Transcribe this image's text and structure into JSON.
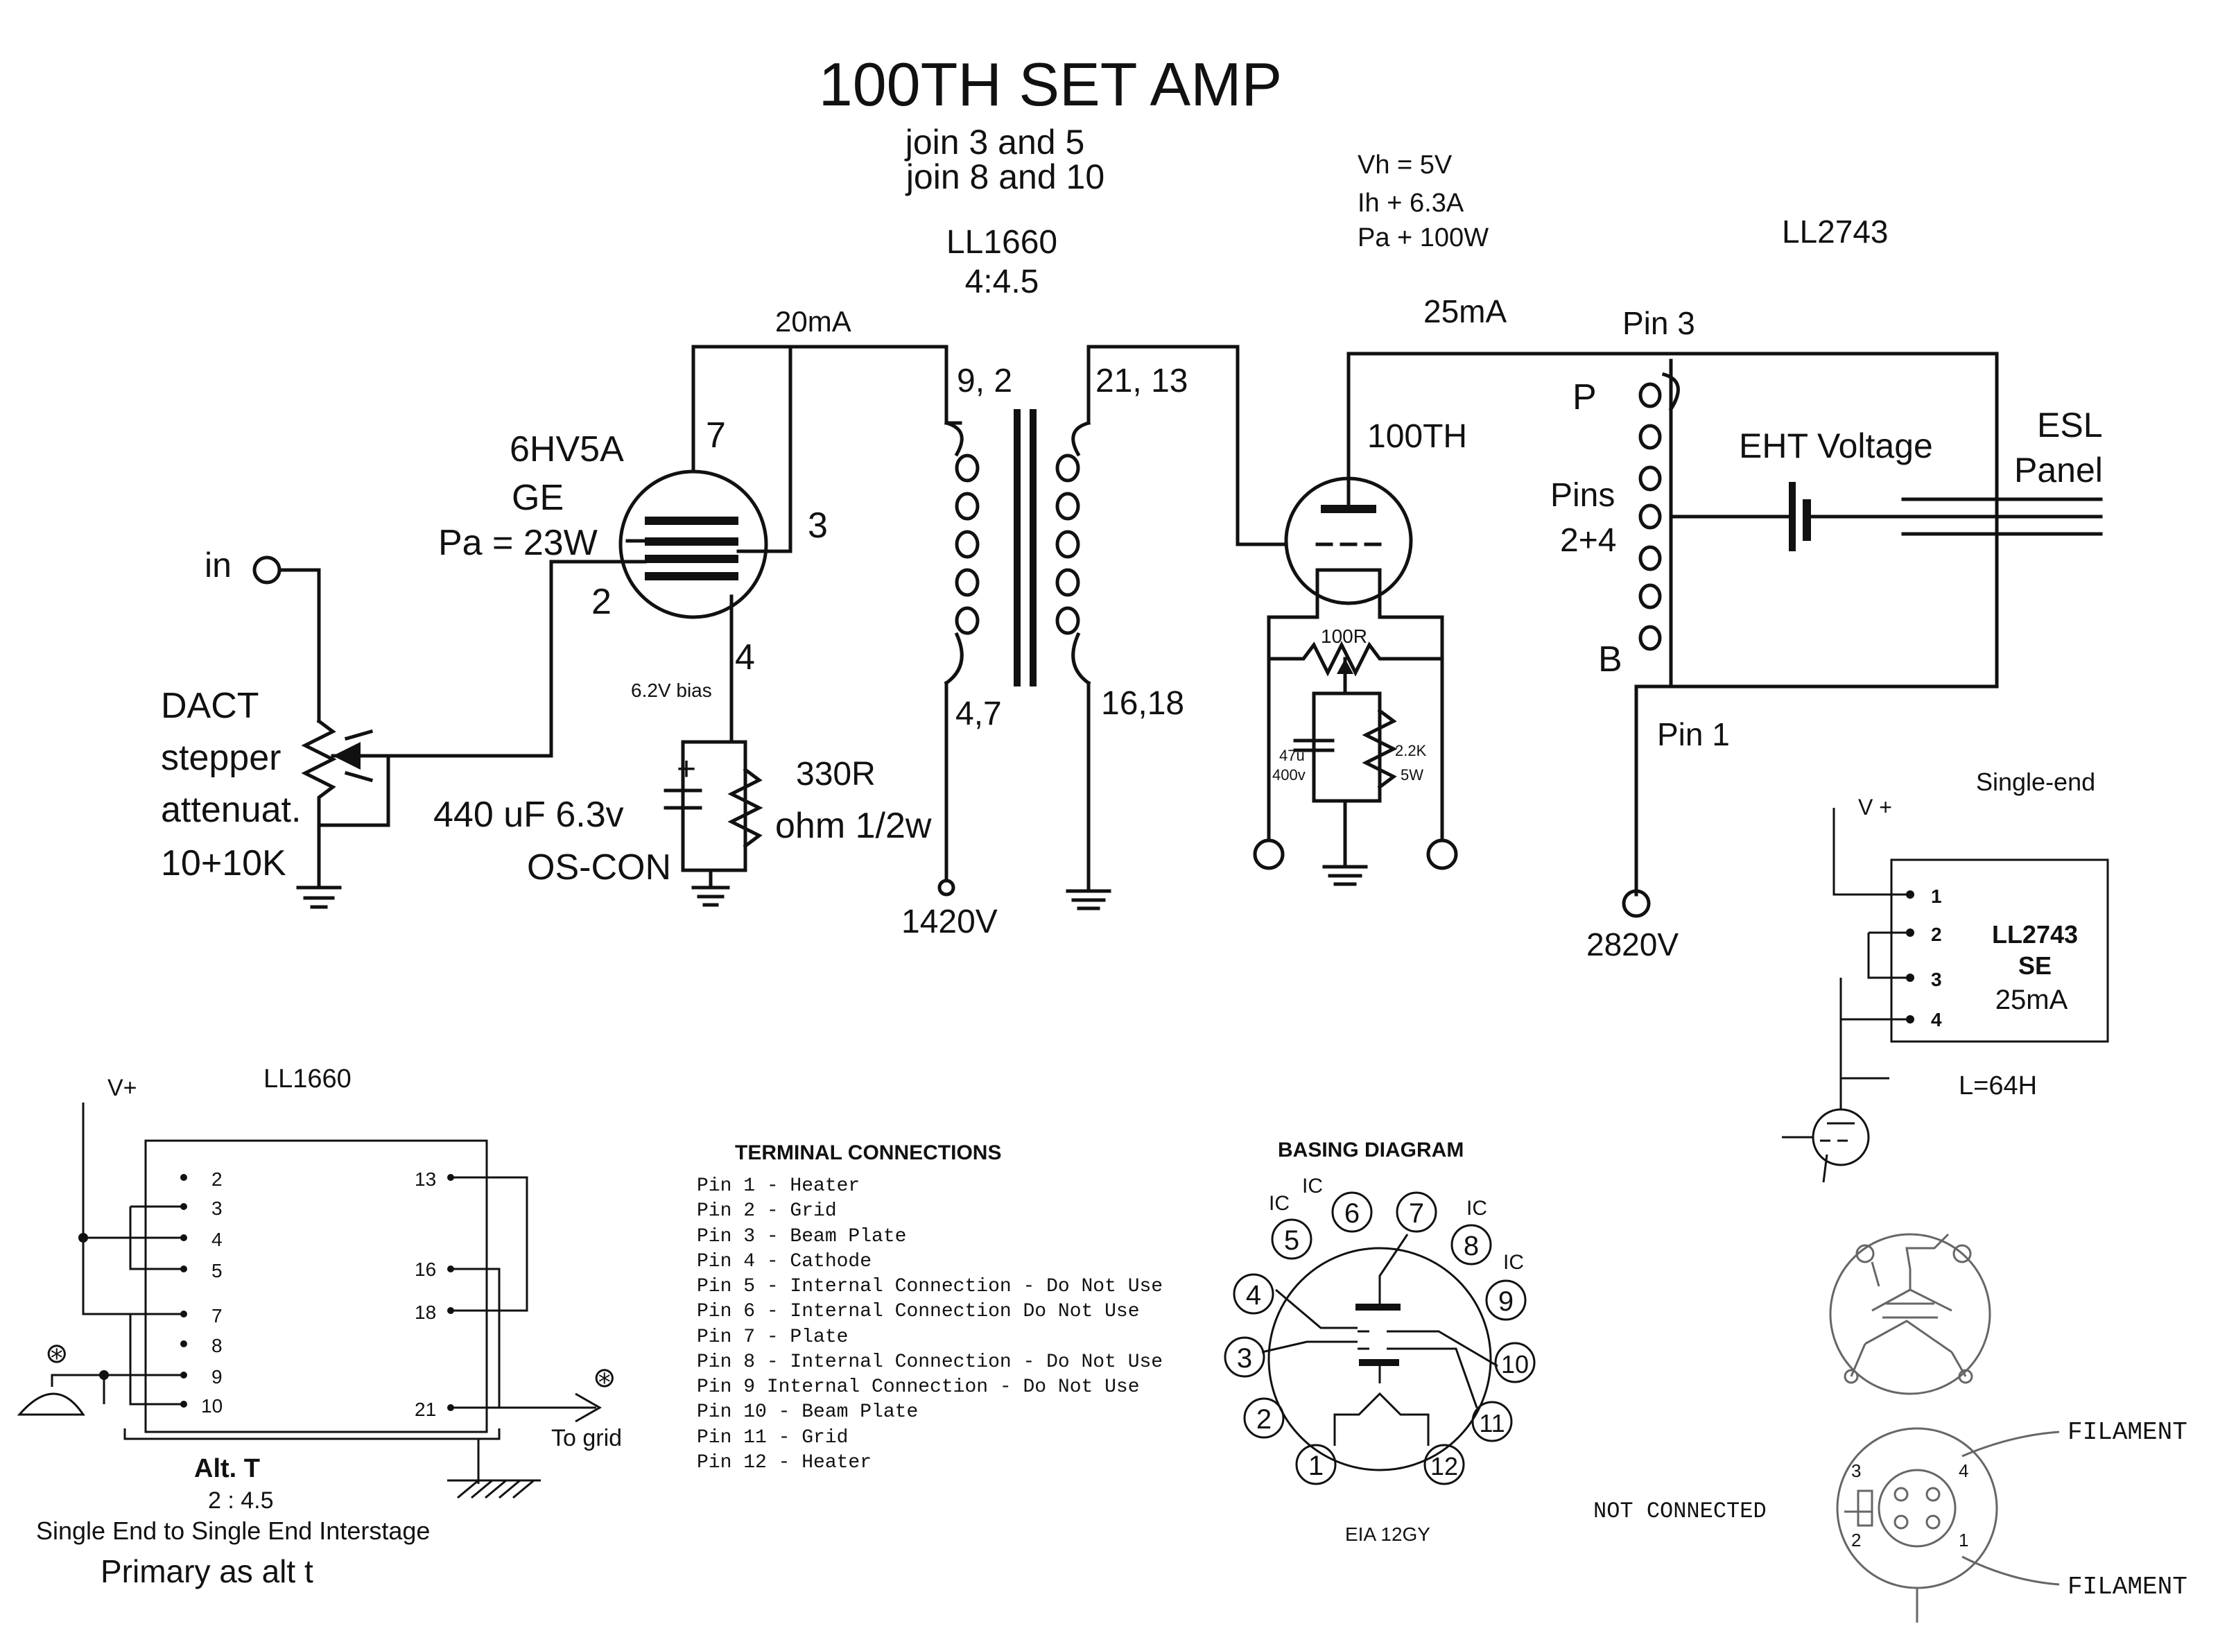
{
  "title": "100TH SET AMP",
  "notes": [
    "join 3 and 5",
    "join 8 and 10"
  ],
  "interstage": {
    "name": "LL1660",
    "ratio": "4:4.5"
  },
  "specs": [
    "Vh = 5V",
    "Ih + 6.3A",
    "Pa + 100W"
  ],
  "output_transformer": "LL2743",
  "labels": {
    "current_20": "20mA",
    "current_25": "25mA",
    "pins_9_2": "9, 2",
    "pins_21_13": "21, 13",
    "pins_4_7": "4,7",
    "pins_16_18": "16,18",
    "tube1_name": "6HV5A",
    "tube1_make": "GE",
    "tube1_pa": "Pa = 23W",
    "tube1_pin7": "7",
    "tube1_pin3": "3",
    "tube1_pin2": "2",
    "tube1_pin4": "4",
    "bias": "6.2V bias",
    "input": "in",
    "attenuator": [
      "DACT",
      "stepper",
      "attenuat.",
      "10+10K"
    ],
    "cap_main": "440 uF 6.3v",
    "cap_type": "OS-CON",
    "res_main": "330R",
    "res_rating": "ohm 1/2w",
    "v1420": "1420V",
    "tube2_name": "100TH",
    "r100": "100R",
    "cap47": "47u",
    "cap47v": "400v",
    "r22": "2.2K",
    "r22w": "5W",
    "pin3": "Pin 3",
    "pin1": "Pin 1",
    "p": "P",
    "b": "B",
    "pins24": [
      "Pins",
      "2+4"
    ],
    "eht": "EHT Voltage",
    "esl": [
      "ESL",
      "Panel"
    ],
    "v2820": "2820V"
  },
  "single_end": {
    "title": "Single-end",
    "vplus": "V +",
    "pins": [
      "1",
      "2",
      "3",
      "4"
    ],
    "box": [
      "LL2743",
      "SE",
      "25mA"
    ],
    "inductance": "L=64H"
  },
  "ll1660_box": {
    "title": "LL1660",
    "vplus": "V+",
    "left_pins": [
      "2",
      "3",
      "4",
      "5",
      "7",
      "8",
      "9",
      "10"
    ],
    "right_pins": [
      "13",
      "16",
      "18",
      "21"
    ],
    "to_grid": "To grid",
    "alt": "Alt. T",
    "ratio": "2 : 4.5",
    "desc": "Single End to Single End Interstage",
    "primary": "Primary as alt t"
  },
  "terminal_connections": {
    "title": "TERMINAL CONNECTIONS",
    "rows": [
      "Pin 1 - Heater",
      "Pin 2 - Grid",
      "Pin 3 - Beam Plate",
      "Pin 4 - Cathode",
      "Pin 5 - Internal Connection - Do Not Use",
      "Pin 6 - Internal Connection   Do Not Use",
      "Pin 7 - Plate",
      "Pin 8 - Internal Connection - Do Not Use",
      "Pin 9   Internal Connection - Do Not Use",
      "Pin 10 - Beam Plate",
      "Pin 11 - Grid",
      "Pin 12 - Heater"
    ]
  },
  "basing_diagram": {
    "title": "BASING DIAGRAM",
    "pins": [
      "1",
      "2",
      "3",
      "4",
      "5",
      "6",
      "7",
      "8",
      "9",
      "10",
      "11",
      "12"
    ],
    "ic_labels": [
      "IC",
      "IC",
      "IC",
      "IC"
    ],
    "code": "EIA 12GY"
  },
  "base_view": {
    "filament_top": "FILAMENT",
    "filament_bottom": "FILAMENT",
    "not_connected": "NOT CONNECTED",
    "pins": [
      "2",
      "3",
      "4",
      "1"
    ]
  }
}
